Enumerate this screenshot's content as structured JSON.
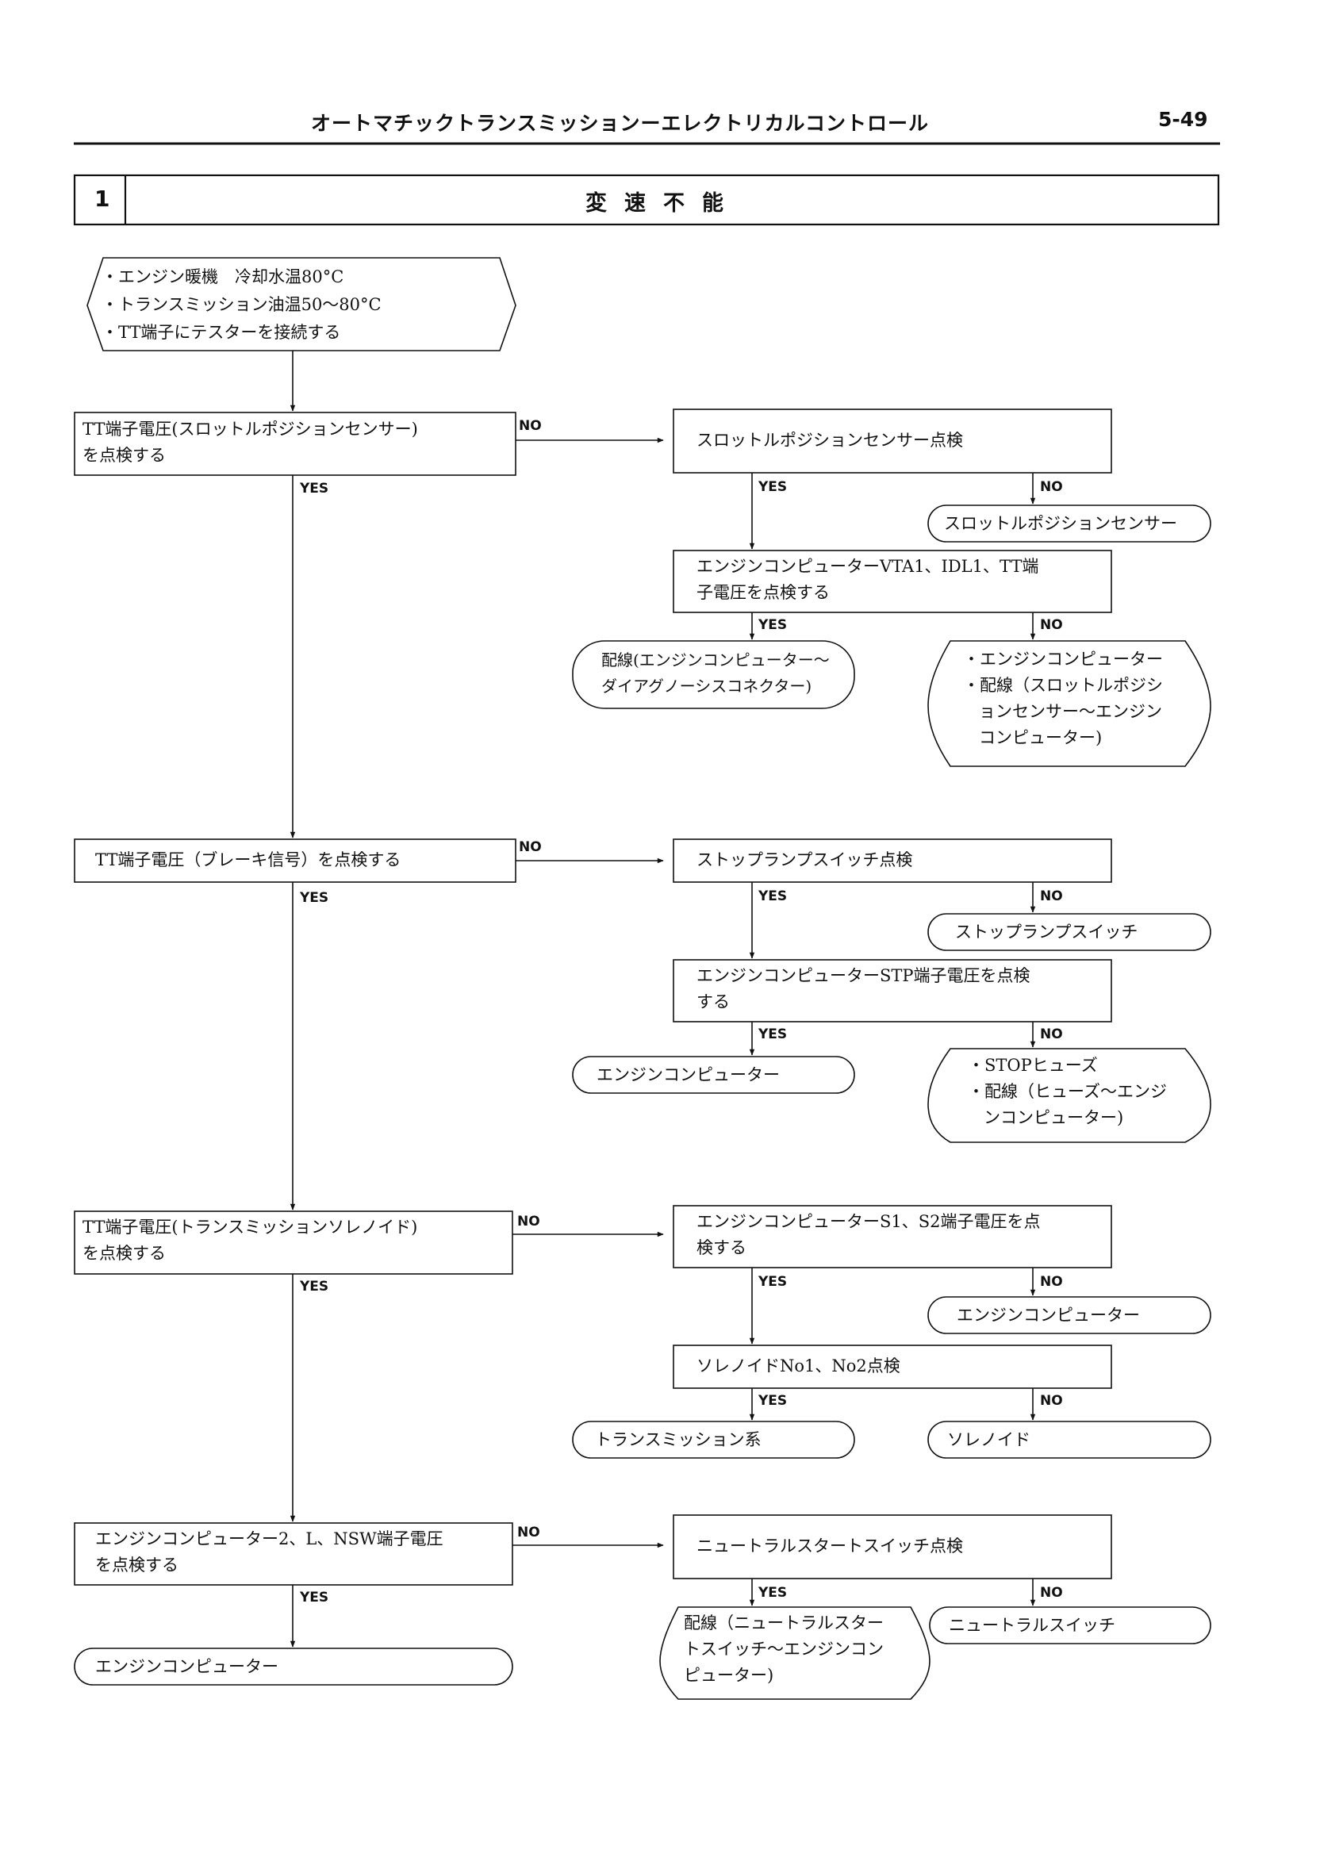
{
  "header": {
    "title": "オートマチックトランスミッションーエレクトリカルコントロール",
    "page_number": "5-49"
  },
  "section": {
    "number": "1",
    "title": "変速不能"
  },
  "labels": {
    "yes": "YES",
    "no": "NO"
  },
  "nodes": {
    "start": [
      "・エンジン暖機　冷却水温80°C",
      "・トランスミッション油温50～80°C",
      "・TT端子にテスターを接続する"
    ],
    "check1": [
      "TT端子電圧(スロットルポジションセンサー)",
      "を点検する"
    ],
    "tps_inspect": [
      "スロットルポジションセンサー点検"
    ],
    "tps_result": [
      "スロットルポジションセンサー"
    ],
    "ecu_vta_check": [
      "エンジンコンピューターVTA1、IDL1、TT端",
      "子電圧を点検する"
    ],
    "wiring_diag": [
      "配線(エンジンコンピューター～",
      "ダイアグノーシスコネクター)"
    ],
    "ecu_wiring_tps": [
      "・エンジンコンピューター",
      "・配線（スロットルポジシ",
      "ョンセンサー～エンジン",
      "コンピューター)"
    ],
    "check2": [
      "TT端子電圧（ブレーキ信号）を点検する"
    ],
    "stop_inspect": [
      "ストップランプスイッチ点検"
    ],
    "stop_result": [
      "ストップランプスイッチ"
    ],
    "ecu_stp_check": [
      "エンジンコンピューターSTP端子電圧を点検",
      "する"
    ],
    "ecu_result_1": [
      "エンジンコンピューター"
    ],
    "stop_fuse": [
      "・STOPヒューズ",
      "・配線（ヒューズ～エンジ",
      "ンコンピューター)"
    ],
    "check3": [
      "TT端子電圧(トランスミッションソレノイド)",
      "を点検する"
    ],
    "ecu_s1s2_check": [
      "エンジンコンピューターS1、S2端子電圧を点",
      "検する"
    ],
    "ecu_result_2": [
      "エンジンコンピューター"
    ],
    "solenoid_inspect": [
      "ソレノイドNo1、No2点検"
    ],
    "trans_system": [
      "トランスミッション系"
    ],
    "solenoid_result": [
      "ソレノイド"
    ],
    "check4": [
      "エンジンコンピューター2、L、NSW端子電圧",
      "を点検する"
    ],
    "ecu_result_final": [
      "エンジンコンピューター"
    ],
    "nsw_inspect": [
      "ニュートラルスタートスイッチ点検"
    ],
    "wiring_nsw": [
      "配線（ニュートラルスター",
      "トスイッチ～エンジンコン",
      "ピューター)"
    ],
    "nsw_result": [
      "ニュートラルスイッチ"
    ]
  }
}
